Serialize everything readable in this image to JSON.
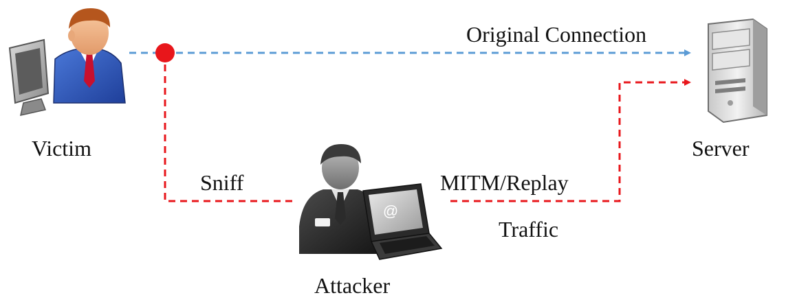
{
  "nodes": {
    "victim": {
      "label": "Victim",
      "icon": "victim-computer-user-icon"
    },
    "server": {
      "label": "Server",
      "icon": "server-tower-icon"
    },
    "attacker": {
      "label": "Attacker",
      "icon": "attacker-laptop-icon"
    }
  },
  "edges": {
    "original": {
      "label": "Original Connection",
      "color": "#5b9bd5"
    },
    "sniff": {
      "label": "Sniff",
      "color": "#e8161b"
    },
    "mitm": {
      "label": "MITM/Replay",
      "color": "#e8161b"
    },
    "traffic": {
      "label": "Traffic",
      "color": "#e8161b"
    }
  },
  "colors": {
    "tap_point": "#e8161b",
    "connection": "#5b9bd5",
    "attack": "#e8161b"
  }
}
